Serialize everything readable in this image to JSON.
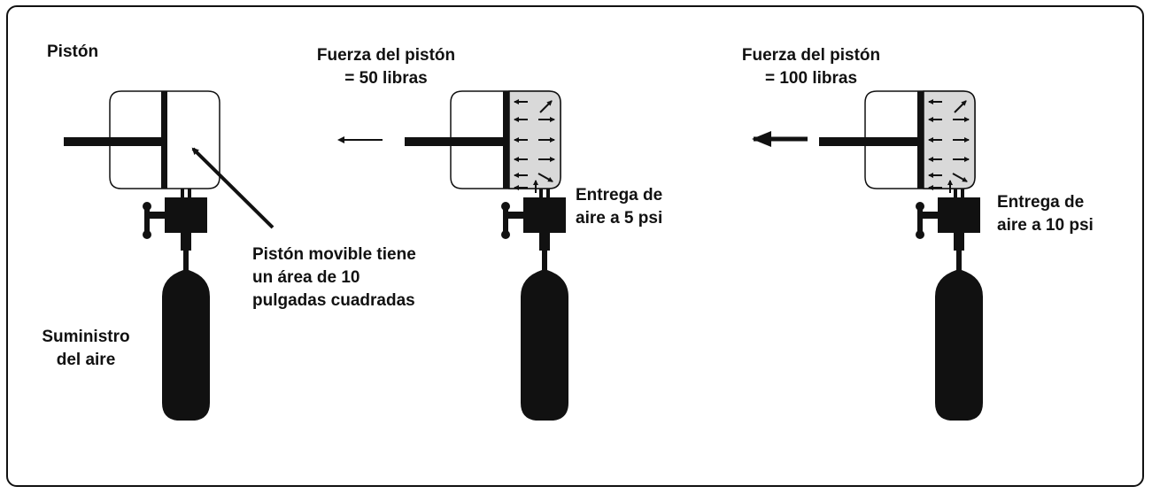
{
  "colors": {
    "ink": "#111111",
    "gas_fill": "#d9d9d9",
    "background": "#ffffff"
  },
  "panel1": {
    "piston_label": "Pistón",
    "area_note": [
      "Pistón movible tiene",
      "un área de 10",
      "pulgadas cuadradas"
    ],
    "supply_label": [
      "Suministro",
      "del aire"
    ]
  },
  "panel2": {
    "force_label": [
      "Fuerza del pistón",
      "= 50 libras"
    ],
    "delivery_label": [
      "Entrega de",
      "aire a 5 psi"
    ]
  },
  "panel3": {
    "force_label": [
      "Fuerza del pistón",
      "= 100 libras"
    ],
    "delivery_label": [
      "Entrega de",
      "aire a 10 psi"
    ]
  }
}
